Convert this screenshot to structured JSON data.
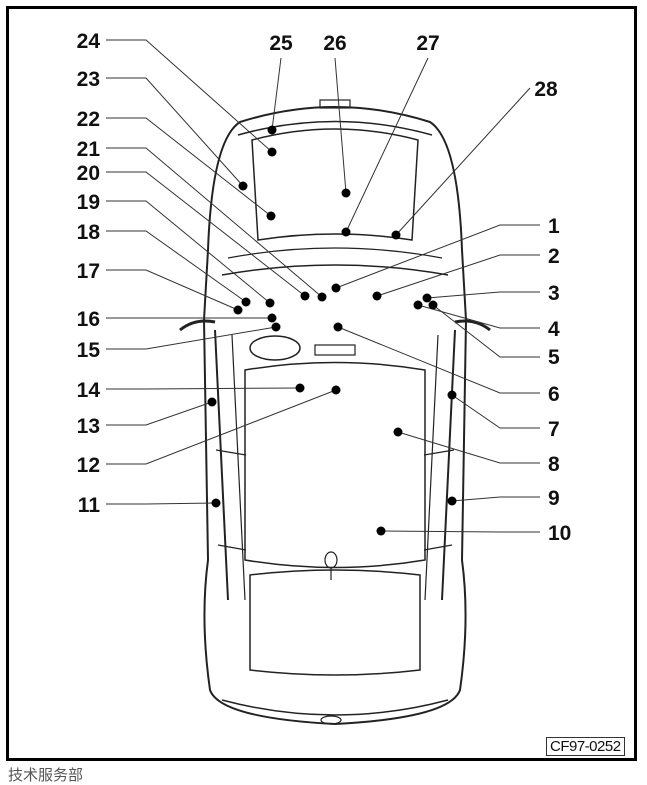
{
  "diagram": {
    "callouts": [
      "1",
      "2",
      "3",
      "4",
      "5",
      "6",
      "7",
      "8",
      "9",
      "10",
      "11",
      "12",
      "13",
      "14",
      "15",
      "16",
      "17",
      "18",
      "19",
      "20",
      "21",
      "22",
      "23",
      "24",
      "25",
      "26",
      "27",
      "28"
    ],
    "figure_code": "CF97-0252"
  },
  "footer": "技术服务部"
}
